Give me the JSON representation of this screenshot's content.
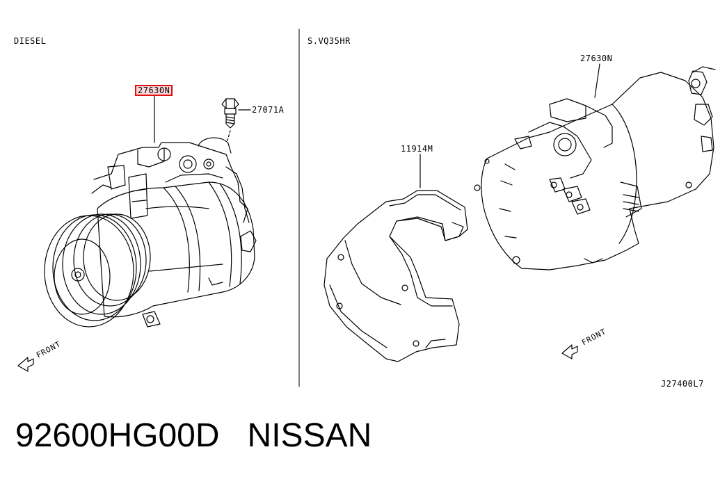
{
  "left_panel": {
    "title": "DIESEL",
    "callout_compressor": "27630N",
    "callout_bolt": "27071A",
    "front_label": "FRONT"
  },
  "right_panel": {
    "title": "S.VQ35HR",
    "callout_compressor": "27630N",
    "callout_cover": "11914M",
    "front_label": "FRONT"
  },
  "diagram_code": "J27400L7",
  "caption": {
    "part_number": "92600HG00D",
    "brand": "NISSAN"
  },
  "colors": {
    "highlight_border": "#e01010",
    "highlight_fill": "#ffd9d9",
    "line": "#000000"
  }
}
